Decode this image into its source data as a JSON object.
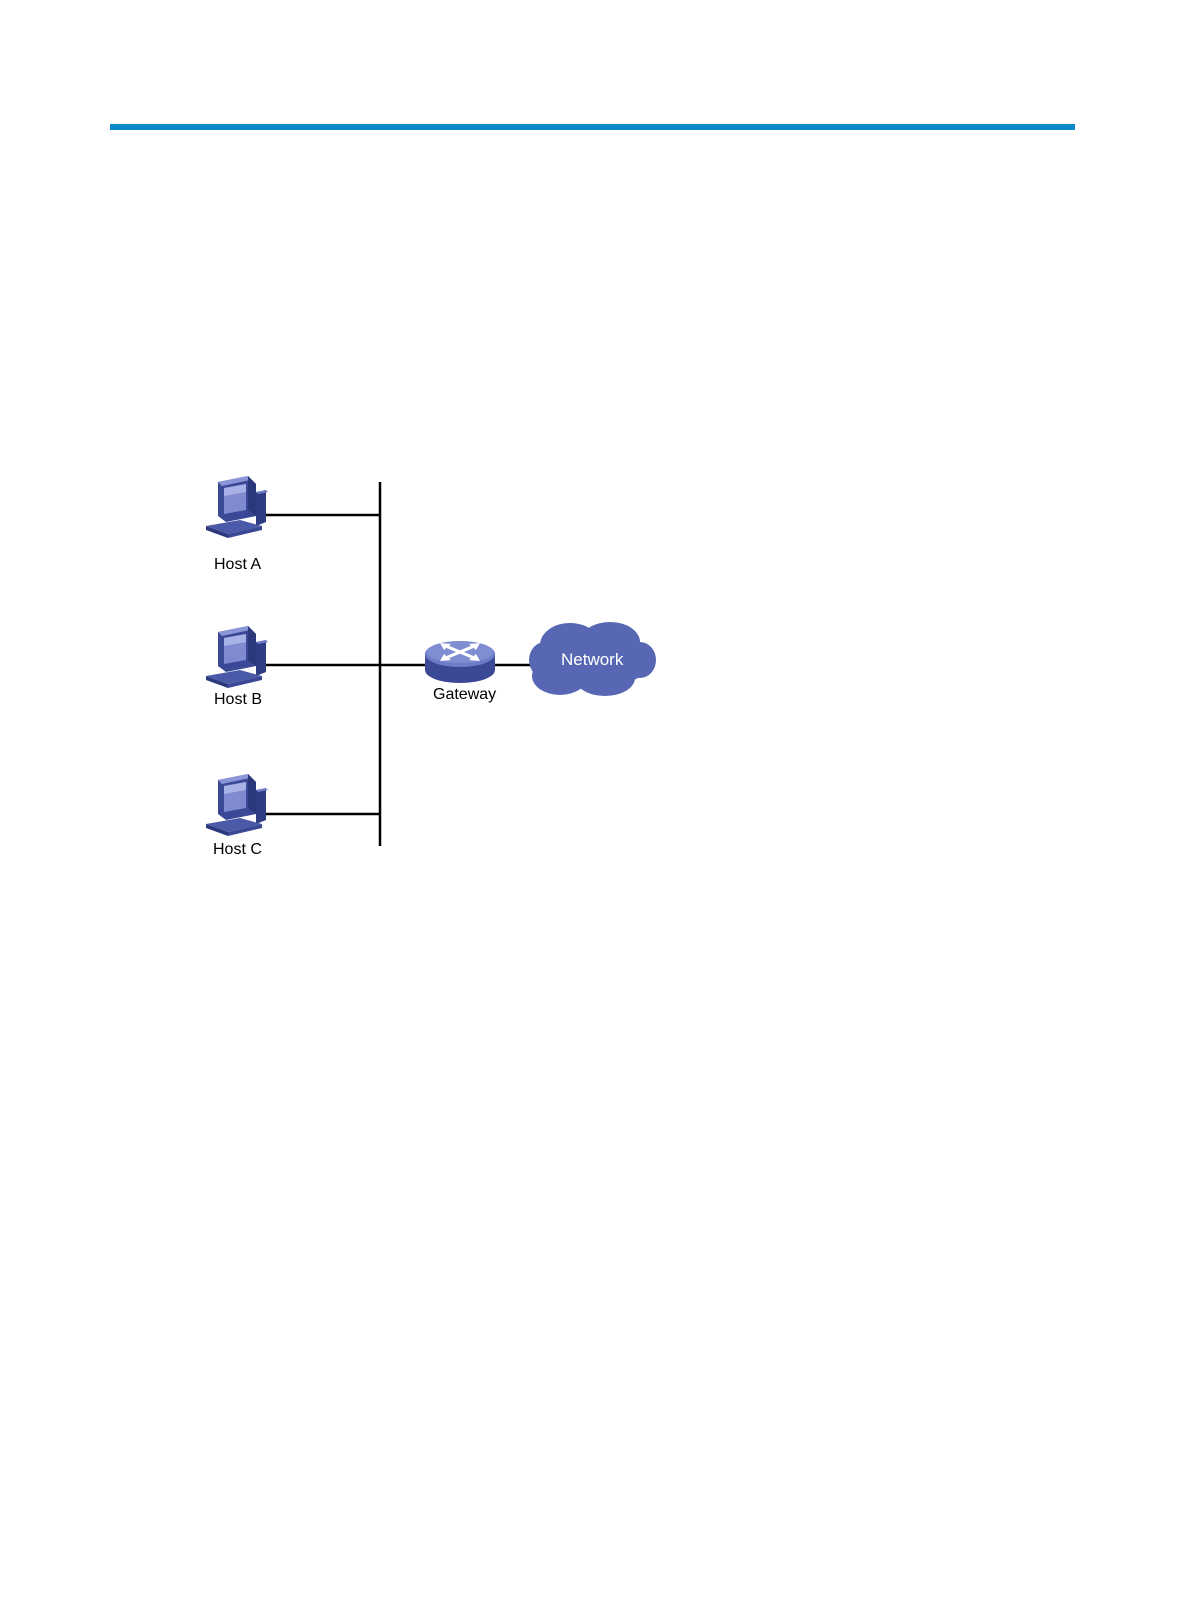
{
  "page": {
    "accent_color": "#0a8ac8"
  },
  "diagram": {
    "device_color": "#4b5aa8",
    "hosts": [
      {
        "label": "Host A",
        "icon": "desktop-computer-icon"
      },
      {
        "label": "Host B",
        "icon": "desktop-computer-icon"
      },
      {
        "label": "Host C",
        "icon": "desktop-computer-icon"
      }
    ],
    "gateway": {
      "label": "Gateway",
      "icon": "router-icon"
    },
    "network": {
      "label": "Network",
      "icon": "cloud-icon"
    }
  }
}
